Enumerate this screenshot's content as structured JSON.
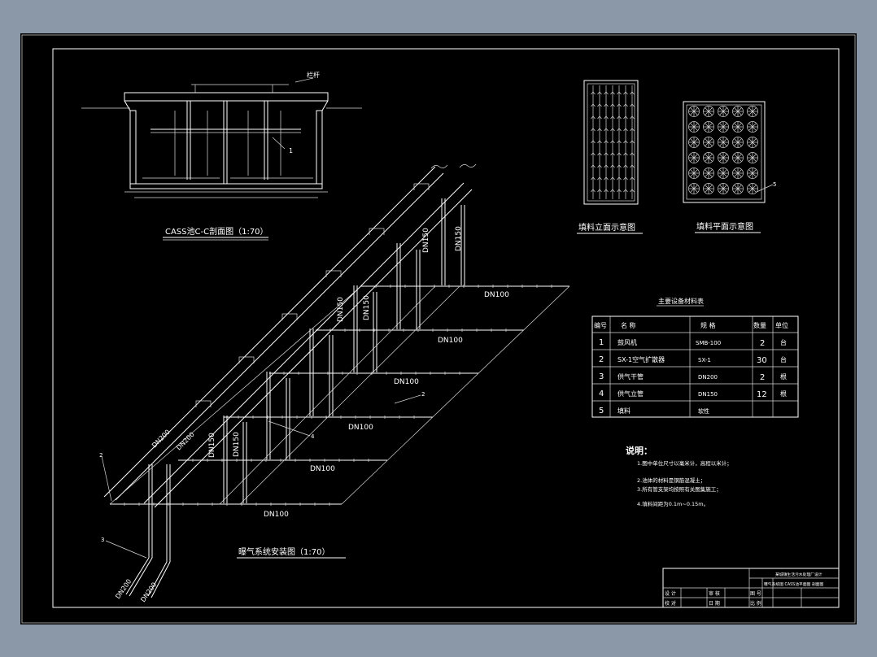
{
  "section_view": {
    "caption": "CASS池C-C剖面图（1:70）",
    "label_top": "栏杆",
    "leader_num": "1"
  },
  "media_elevation": {
    "caption": "填料立面示意图"
  },
  "media_plan": {
    "caption": "填料平面示意图",
    "leader_num": "5"
  },
  "iso_view": {
    "caption": "曝气系统安装图（1:70）",
    "header_pipes": [
      "DN200",
      "DN200"
    ],
    "risers": [
      "DN150",
      "DN150",
      "DN150",
      "DN150",
      "DN150",
      "DN150"
    ],
    "laterals": [
      "DN100",
      "DN100",
      "DN100",
      "DN100",
      "DN100",
      "DN100"
    ],
    "callouts": [
      "2",
      "2",
      "3",
      "4"
    ]
  },
  "materials_table": {
    "title": "主要设备材料表",
    "headers": [
      "编号",
      "名 称",
      "规 格",
      "数量",
      "单位"
    ],
    "rows": [
      [
        "1",
        "鼓风机",
        "SMB-100",
        "2",
        "台"
      ],
      [
        "2",
        "SX-1空气扩散器",
        "SX-1",
        "30",
        "台"
      ],
      [
        "3",
        "供气干管",
        "DN200",
        "2",
        "根"
      ],
      [
        "4",
        "供气立管",
        "DN150",
        "12",
        "根"
      ],
      [
        "5",
        "填料",
        "软性",
        "",
        ""
      ]
    ]
  },
  "notes": {
    "title": "说明：",
    "lines": [
      "1.图中单位尺寸以毫米计，高程以米计；",
      "2.池体的材料是钢筋混凝土；",
      "3.所有管支架均按照有关图集施工；",
      "4.填料间距为0.1m~0.15m。"
    ]
  },
  "title_block": {
    "project": "某城镇生活污水处理厂设计",
    "drawing": "曝气系统图 CASS池平面图 剖面图",
    "cells": [
      "设 计",
      "审 核",
      "校 对",
      "日 期",
      "图 号",
      "比 例"
    ]
  }
}
